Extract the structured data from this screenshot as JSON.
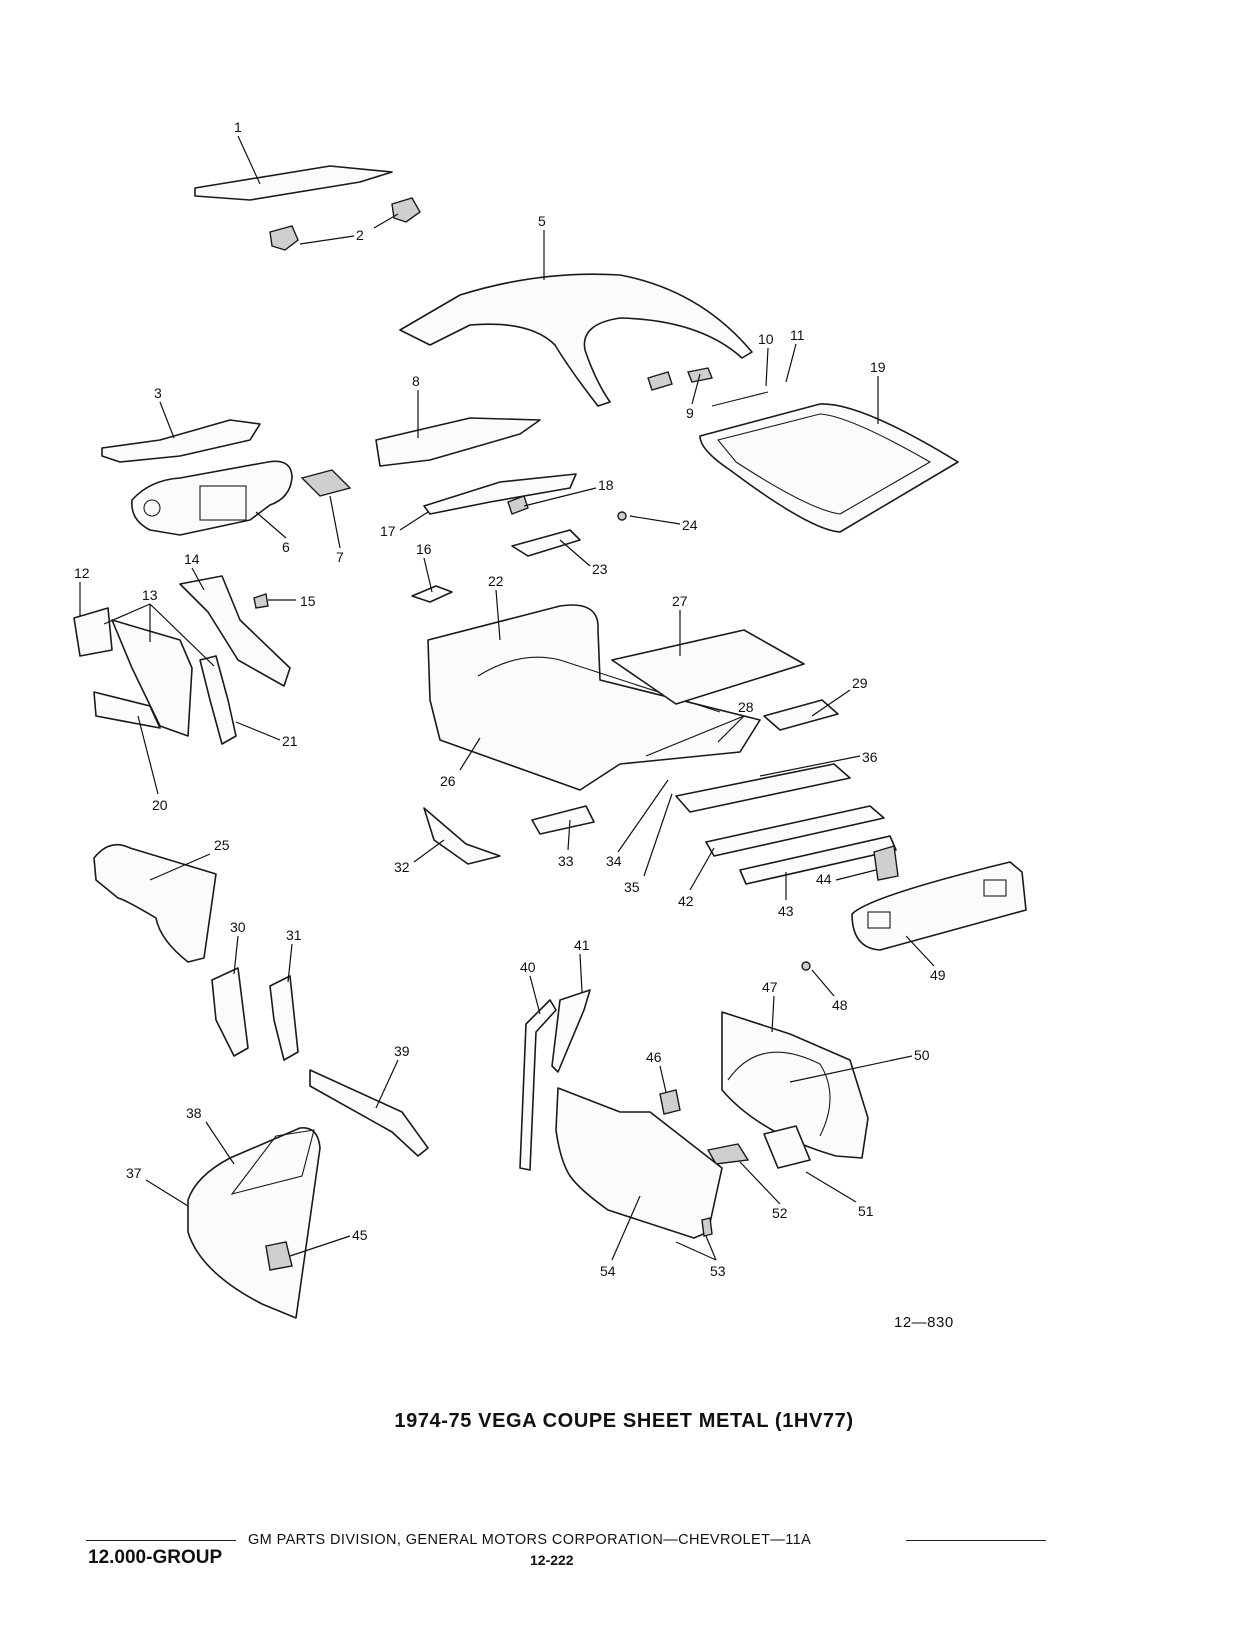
{
  "page": {
    "title": "1974-75 VEGA COUPE SHEET METAL (1HV77)",
    "figure_id": "12—830",
    "footer_text": "GM PARTS DIVISION, GENERAL MOTORS CORPORATION—CHEVROLET—11A",
    "group_label": "12.000-GROUP",
    "page_number": "12-222"
  },
  "callouts": [
    "1",
    "2",
    "3",
    "5",
    "6",
    "7",
    "8",
    "9",
    "10",
    "11",
    "12",
    "13",
    "14",
    "15",
    "16",
    "17",
    "18",
    "19",
    "20",
    "21",
    "22",
    "23",
    "24",
    "25",
    "26",
    "27",
    "28",
    "29",
    "30",
    "31",
    "32",
    "33",
    "34",
    "35",
    "36",
    "37",
    "38",
    "39",
    "40",
    "41",
    "42",
    "43",
    "44",
    "45",
    "46",
    "47",
    "48",
    "49",
    "50",
    "51",
    "52",
    "53",
    "54"
  ]
}
